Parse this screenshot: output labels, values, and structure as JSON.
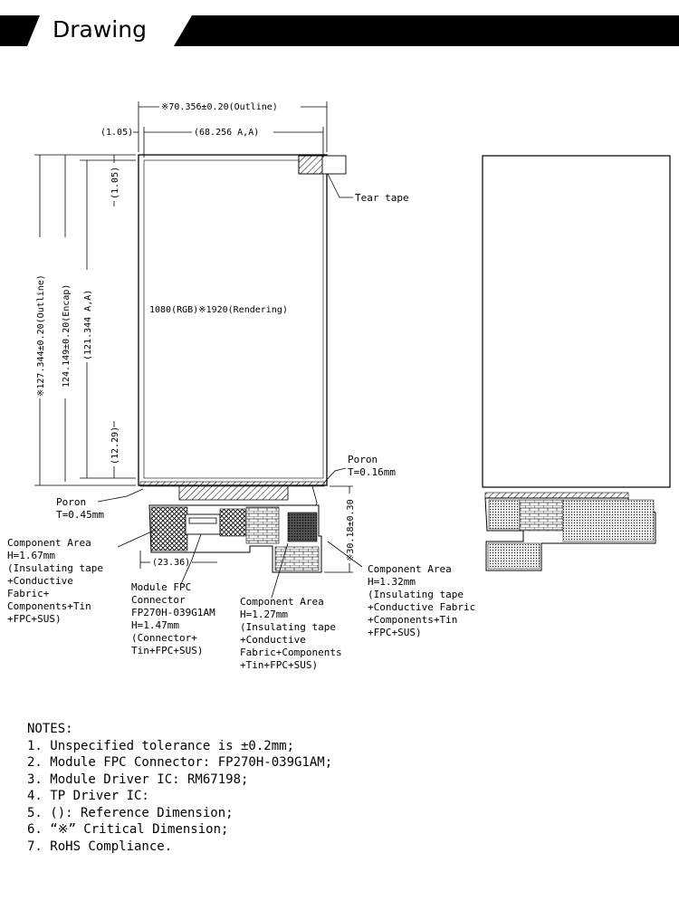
{
  "header": {
    "title": "Drawing",
    "bar_color": "#000000",
    "title_bg": "#ffffff"
  },
  "dimensions": {
    "outline_width": "※70.356±0.20(Outline)",
    "aa_width": "(68.256  A,A)",
    "left_offset": "(1.05)",
    "top_offset": "(1.05)",
    "outline_height": "※127.344±0.20(Outline)",
    "encap_height": "124.149±0.20(Encap)",
    "aa_height": "(121.344  A,A)",
    "bottom_offset": "(12.29)",
    "fpc_width": "(23.36)",
    "fpc_length": "※30.18±0.30"
  },
  "resolution_text": "1080(RGB)※1920(Rendering)",
  "labels": {
    "tear_tape": "Tear tape",
    "poron_right": [
      "Poron",
      "T=0.16mm"
    ],
    "poron_left": [
      "Poron",
      "T=0.45mm"
    ],
    "component_left": [
      "Component Area",
      "H=1.67mm",
      "(Insulating tape",
      "+Conductive",
      "Fabric+",
      "Components+Tin",
      "+FPC+SUS)"
    ],
    "fpc_connector": [
      "Module FPC",
      "Connector",
      "FP270H-039G1AM",
      "H=1.47mm",
      "(Connector+",
      "Tin+FPC+SUS)"
    ],
    "component_middle": [
      "Component Area",
      "H=1.27mm",
      "(Insulating tape",
      "+Conductive",
      "Fabric+Components",
      "+Tin+FPC+SUS)"
    ],
    "component_right": [
      "Component Area",
      "H=1.32mm",
      "(Insulating tape",
      "+Conductive Fabric",
      "+Components+Tin",
      "+FPC+SUS)"
    ]
  },
  "notes": {
    "title": "NOTES:",
    "items": [
      "1. Unspecified tolerance is ±0.2mm;",
      "2. Module FPC Connector: FP270H-039G1AM;",
      "3. Module Driver IC: RM67198;",
      "4. TP Driver IC:",
      "5. (): Reference Dimension;",
      "6. “※” Critical Dimension;",
      "7. RoHS Compliance."
    ]
  }
}
